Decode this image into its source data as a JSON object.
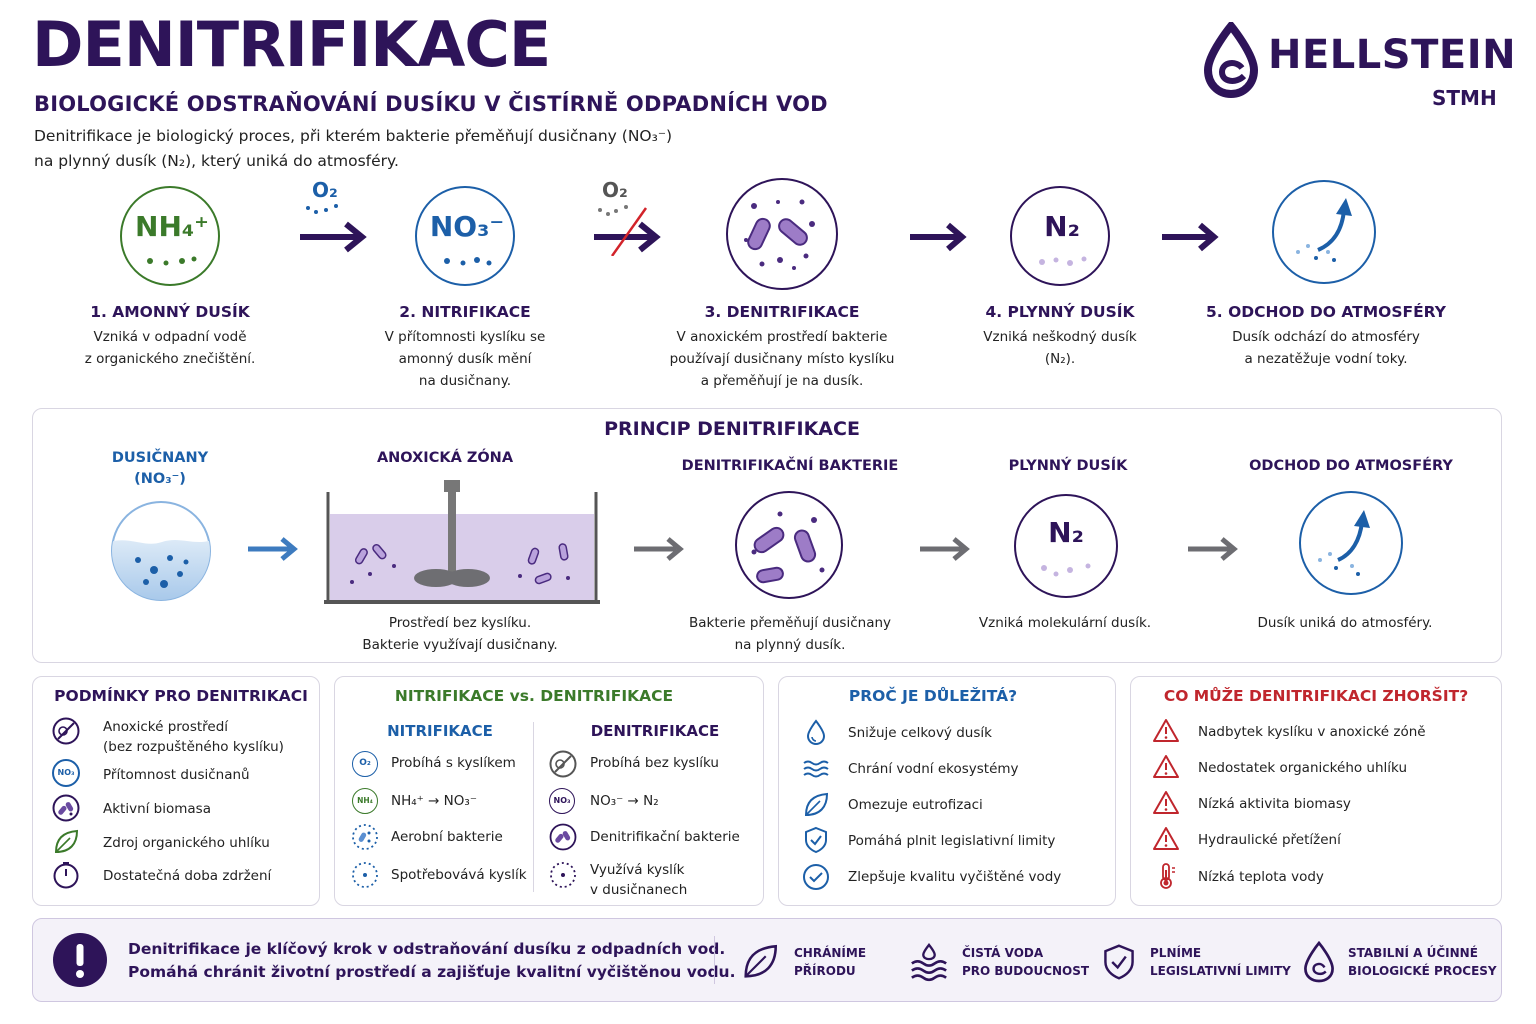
{
  "header": {
    "title": "DENITRIFIKACE",
    "subtitle": "BIOLOGICKÉ ODSTRAŇOVÁNÍ DUSÍKU V ČISTÍRNĚ ODPADNÍCH VOD",
    "intro_line1": "Denitrifikace je biologický proces, při kterém bakterie přeměňují dusičnany (NO₃⁻)",
    "intro_line2": "na plynný dusík (N₂), který uniká do atmosféry."
  },
  "logo": {
    "name": "HELLSTEIN",
    "sub": "STMH"
  },
  "colors": {
    "purple": "#2e1459",
    "blue": "#1c5fa8",
    "green": "#3b7a2a",
    "red": "#c0262d",
    "grey_arrow": "#6d6d72"
  },
  "steps": [
    {
      "chem": "NH₄⁺",
      "title": "1. AMONNÝ DUSÍK",
      "desc": [
        "Vzniká v odpadní vodě",
        "z organického znečištění."
      ]
    },
    {
      "chem": "NO₃⁻",
      "title": "2. NITRIFIKACE",
      "desc": [
        "V přítomnosti kyslíku se",
        "amonný dusík mění",
        "na dusičnany."
      ]
    },
    {
      "chem": "",
      "title": "3. DENITRIFIKACE",
      "desc": [
        "V anoxickém prostředí bakterie",
        "používají dusičnany místo kyslíku",
        "a přeměňují je na dusík."
      ]
    },
    {
      "chem": "N₂",
      "title": "4. PLYNNÝ DUSÍK",
      "desc": [
        "Vzniká neškodný dusík",
        "(N₂)."
      ]
    },
    {
      "chem": "",
      "title": "5. ODCHOD DO ATMOSFÉRY",
      "desc": [
        "Dusík odchází do atmosféry",
        "a nezatěžuje vodní toky."
      ]
    }
  ],
  "arrow_labels": {
    "o2": "O₂",
    "o2_crossed": "O₂"
  },
  "principle": {
    "title": "PRINCIP DENITRIFIKACE",
    "nitrates_label": "DUSIČNANY",
    "nitrates_formula": "(NO₃⁻)",
    "anoxic_label": "ANOXICKÁ ZÓNA",
    "anoxic_text": [
      "Prostředí bez kyslíku.",
      "Bakterie využívají dusičnany."
    ],
    "bacteria_label": "DENITRIFIKAČNÍ BAKTERIE",
    "bacteria_text": [
      "Bakterie přeměňují dusičnany",
      "na plynný dusík."
    ],
    "gas_label": "PLYNNÝ DUSÍK",
    "gas_chem": "N₂",
    "gas_text": "Vzniká molekulární dusík.",
    "atmo_label": "ODCHOD DO ATMOSFÉRY",
    "atmo_text": "Dusík uniká do atmosféry."
  },
  "conditions": {
    "title": "PODMÍNKY PRO DENITRIKACI",
    "items": [
      {
        "icon": "no-oxygen-icon",
        "text": [
          "Anoxické prostředí",
          "(bez rozpuštěného kyslíku)"
        ]
      },
      {
        "icon": "nitrate-icon",
        "icon_text": "NO₃",
        "text": [
          "Přítomnost dusičnanů"
        ]
      },
      {
        "icon": "biomass-icon",
        "text": [
          "Aktivní biomasa"
        ]
      },
      {
        "icon": "leaf-icon",
        "text": [
          "Zdroj organického uhlíku"
        ]
      },
      {
        "icon": "timer-icon",
        "text": [
          "Dostatečná doba zdržení"
        ]
      }
    ]
  },
  "comparison": {
    "title": "NITRIFIKACE vs. DENITRIFIKACE",
    "left_title": "NITRIFIKACE",
    "right_title": "DENITRIFIKACE",
    "left": [
      {
        "icon": "oxygen-icon",
        "icon_text": "O₂",
        "text": [
          "Probíhá s kyslíkem"
        ]
      },
      {
        "icon": "ammonium-icon",
        "icon_text": "NH₄",
        "text": [
          "NH₄⁺ → NO₃⁻"
        ]
      },
      {
        "icon": "aerobic-bacteria-icon",
        "text": [
          "Aerobní bakterie"
        ]
      },
      {
        "icon": "oxygen-consumption-icon",
        "text": [
          "Spotřebovává kyslík"
        ]
      }
    ],
    "right": [
      {
        "icon": "no-oxygen-icon",
        "text": [
          "Probíhá bez kyslíku"
        ]
      },
      {
        "icon": "nitrate-icon",
        "icon_text": "NO₃",
        "text": [
          "NO₃⁻ → N₂"
        ]
      },
      {
        "icon": "denitrifying-bacteria-icon",
        "text": [
          "Denitrifikační bakterie"
        ]
      },
      {
        "icon": "bound-oxygen-icon",
        "text": [
          "Využívá kyslík",
          "v dusičnanech"
        ]
      }
    ]
  },
  "importance": {
    "title": "PROČ JE DŮLEŽITÁ?",
    "items": [
      {
        "icon": "water-drop-icon",
        "text": "Snižuje celkový dusík"
      },
      {
        "icon": "waves-icon",
        "text": "Chrání vodní ekosystémy"
      },
      {
        "icon": "leaf-icon",
        "text": "Omezuje eutrofizaci"
      },
      {
        "icon": "shield-check-icon",
        "text": "Pomáhá plnit legislativní limity"
      },
      {
        "icon": "check-circle-icon",
        "text": "Zlepšuje kvalitu vyčištěné vody"
      }
    ]
  },
  "risks": {
    "title": "CO MŮŽE DENITRIFIKACI ZHORŠIT?",
    "items": [
      {
        "icon": "warning-icon",
        "text": "Nadbytek kyslíku v anoxické zóně"
      },
      {
        "icon": "warning-icon",
        "text": "Nedostatek organického uhlíku"
      },
      {
        "icon": "warning-icon",
        "text": "Nízká aktivita biomasy"
      },
      {
        "icon": "warning-icon",
        "text": "Hydraulické přetížení"
      },
      {
        "icon": "thermometer-icon",
        "text": "Nízká teplota vody"
      }
    ]
  },
  "footer": {
    "text_line1": "Denitrifikace je klíčový krok v odstraňování dusíku z odpadních vod.",
    "text_line2": "Pomáhá chránit životní prostředí a zajišťuje kvalitní vyčištěnou vodu.",
    "badges": [
      {
        "icon": "leaf-icon",
        "line1": "CHRÁNÍME",
        "line2": "PŘÍRODU"
      },
      {
        "icon": "waves-icon",
        "line1": "ČISTÁ VODA",
        "line2": "PRO BUDOUCNOST"
      },
      {
        "icon": "shield-check-icon",
        "line1": "PLNÍME",
        "line2": "LEGISLATIVNÍ LIMITY"
      },
      {
        "icon": "bio-process-icon",
        "line1": "STABILNÍ A ÚČINNÉ",
        "line2": "BIOLOGICKÉ PROCESY"
      }
    ]
  }
}
